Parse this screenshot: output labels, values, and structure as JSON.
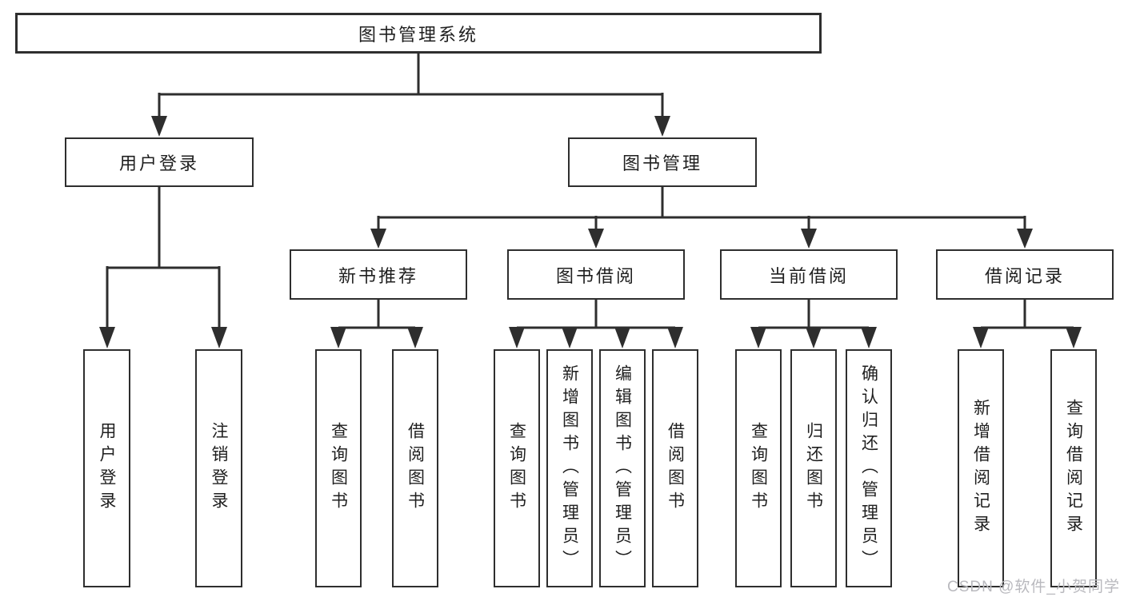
{
  "diagram": {
    "title": "图书管理系统",
    "type": "functional-structure-tree",
    "colors": {
      "background": "#ffffff",
      "box_border": "#2e2e2e",
      "connector_line": "#2e2e2e",
      "text": "#1f1f1f",
      "watermark_text": "#b9b9be"
    },
    "nodes": {
      "root": {
        "label": "图书管理系统"
      },
      "user_login": {
        "label": "用户登录"
      },
      "book_mgmt": {
        "label": "图书管理"
      },
      "new_book_rec": {
        "label": "新书推荐"
      },
      "book_borrow": {
        "label": "图书借阅"
      },
      "current_borrow": {
        "label": "当前借阅"
      },
      "borrow_records": {
        "label": "借阅记录"
      },
      "leaf_user_login": {
        "label": "用户登录"
      },
      "leaf_logout": {
        "label": "注销登录"
      },
      "leaf_nbr_query": {
        "label": "查询图书"
      },
      "leaf_nbr_borrow": {
        "label": "借阅图书"
      },
      "leaf_bb_query": {
        "label": "查询图书"
      },
      "leaf_bb_add": {
        "label": "新增图书（管理员）"
      },
      "leaf_bb_edit": {
        "label": "编辑图书（管理员）"
      },
      "leaf_bb_borrow": {
        "label": "借阅图书"
      },
      "leaf_cb_query": {
        "label": "查询图书"
      },
      "leaf_cb_return": {
        "label": "归还图书"
      },
      "leaf_cb_confirm": {
        "label": "确认归还（管理员）"
      },
      "leaf_br_add": {
        "label": "新增借阅记录"
      },
      "leaf_br_query": {
        "label": "查询借阅记录"
      }
    },
    "hierarchy": {
      "图书管理系统": {
        "用户登录": [
          "用户登录",
          "注销登录"
        ],
        "图书管理": {
          "新书推荐": [
            "查询图书",
            "借阅图书"
          ],
          "图书借阅": [
            "查询图书",
            "新增图书（管理员）",
            "编辑图书（管理员）",
            "借阅图书"
          ],
          "当前借阅": [
            "查询图书",
            "归还图书",
            "确认归还（管理员）"
          ],
          "借阅记录": [
            "新增借阅记录",
            "查询借阅记录"
          ]
        }
      }
    },
    "watermark": "CSDN @软件_小贺同学"
  }
}
